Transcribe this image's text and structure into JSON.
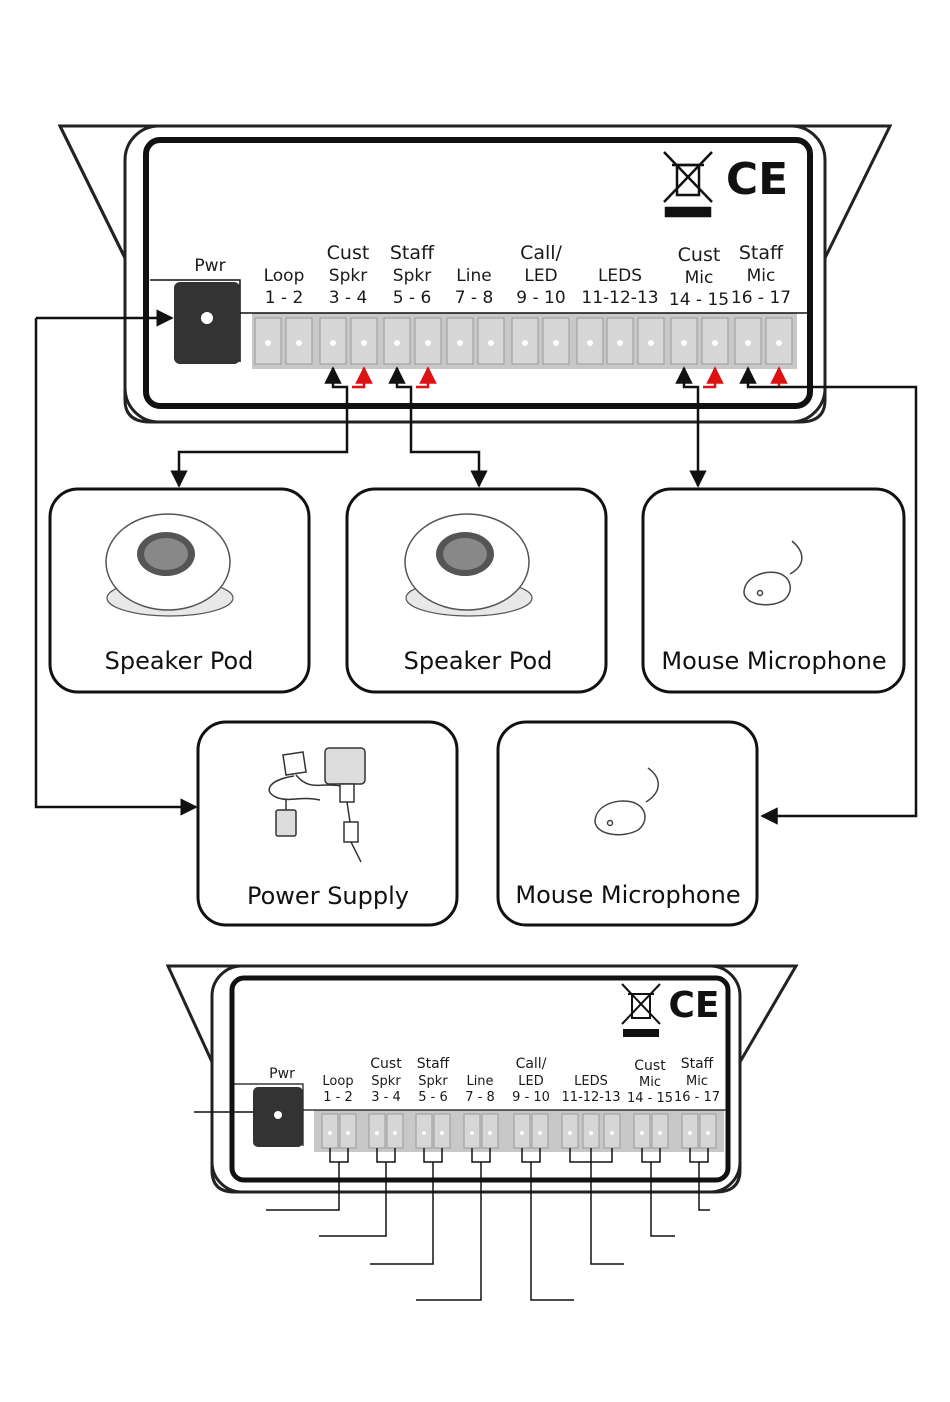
{
  "top_unit": {
    "pwr_label": "Pwr",
    "ce_mark": "CE",
    "ports": [
      {
        "name": "Loop",
        "pins": "1 - 2"
      },
      {
        "name": "Cust Spkr",
        "pins": "3 - 4"
      },
      {
        "name": "Staff Spkr",
        "pins": "5 - 6"
      },
      {
        "name": "Line",
        "pins": "7 - 8"
      },
      {
        "name": "Call/ LED",
        "pins": "9 - 10"
      },
      {
        "name": "LEDS",
        "pins": "11-12-13"
      },
      {
        "name": "Cust Mic",
        "pins": "14 - 15"
      },
      {
        "name": "Staff Mic",
        "pins": "16 - 17"
      }
    ]
  },
  "devices": {
    "speaker_pod_1": "Speaker Pod",
    "speaker_pod_2": "Speaker Pod",
    "mouse_mic_1": "Mouse Microphone",
    "power_supply": "Power Supply",
    "mouse_mic_2": "Mouse Microphone"
  },
  "bottom_unit": {
    "pwr_label": "Pwr",
    "ce_mark": "CE",
    "ports": [
      {
        "name": "Loop",
        "pins": "1 - 2"
      },
      {
        "name": "Cust Spkr",
        "pins": "3 - 4"
      },
      {
        "name": "Staff Spkr",
        "pins": "5 - 6"
      },
      {
        "name": "Line",
        "pins": "7 - 8"
      },
      {
        "name": "Call/ LED",
        "pins": "9 - 10"
      },
      {
        "name": "LEDS",
        "pins": "11-12-13"
      },
      {
        "name": "Cust Mic",
        "pins": "14 - 15"
      },
      {
        "name": "Staff Mic",
        "pins": "16 - 17"
      }
    ]
  },
  "colors": {
    "line": "#111111",
    "positive_arrow": "#dd1111",
    "terminal": "#c8c8c8",
    "jack": "#333333"
  }
}
